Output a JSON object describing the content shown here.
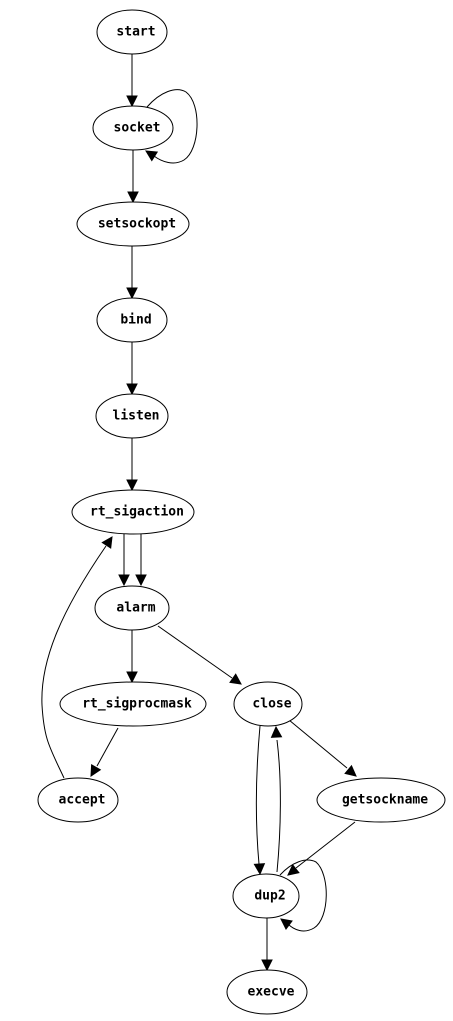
{
  "diagram": {
    "type": "directed-graph",
    "nodes": [
      {
        "id": "start",
        "label": "start"
      },
      {
        "id": "socket",
        "label": "socket"
      },
      {
        "id": "setsockopt",
        "label": "setsockopt"
      },
      {
        "id": "bind",
        "label": "bind"
      },
      {
        "id": "listen",
        "label": "listen"
      },
      {
        "id": "rt_sigaction",
        "label": "rt_sigaction"
      },
      {
        "id": "alarm",
        "label": "alarm"
      },
      {
        "id": "rt_sigprocmask",
        "label": "rt_sigprocmask"
      },
      {
        "id": "close",
        "label": "close"
      },
      {
        "id": "accept",
        "label": "accept"
      },
      {
        "id": "getsockname",
        "label": "getsockname"
      },
      {
        "id": "dup2",
        "label": "dup2"
      },
      {
        "id": "execve",
        "label": "execve"
      }
    ],
    "edges": [
      {
        "from": "start",
        "to": "socket"
      },
      {
        "from": "socket",
        "to": "socket"
      },
      {
        "from": "socket",
        "to": "setsockopt"
      },
      {
        "from": "setsockopt",
        "to": "bind"
      },
      {
        "from": "bind",
        "to": "listen"
      },
      {
        "from": "listen",
        "to": "rt_sigaction"
      },
      {
        "from": "rt_sigaction",
        "to": "alarm"
      },
      {
        "from": "rt_sigaction",
        "to": "alarm"
      },
      {
        "from": "alarm",
        "to": "rt_sigprocmask"
      },
      {
        "from": "alarm",
        "to": "close"
      },
      {
        "from": "rt_sigprocmask",
        "to": "accept"
      },
      {
        "from": "accept",
        "to": "rt_sigaction"
      },
      {
        "from": "close",
        "to": "dup2"
      },
      {
        "from": "dup2",
        "to": "close"
      },
      {
        "from": "close",
        "to": "getsockname"
      },
      {
        "from": "getsockname",
        "to": "dup2"
      },
      {
        "from": "dup2",
        "to": "dup2"
      },
      {
        "from": "dup2",
        "to": "execve"
      }
    ]
  }
}
